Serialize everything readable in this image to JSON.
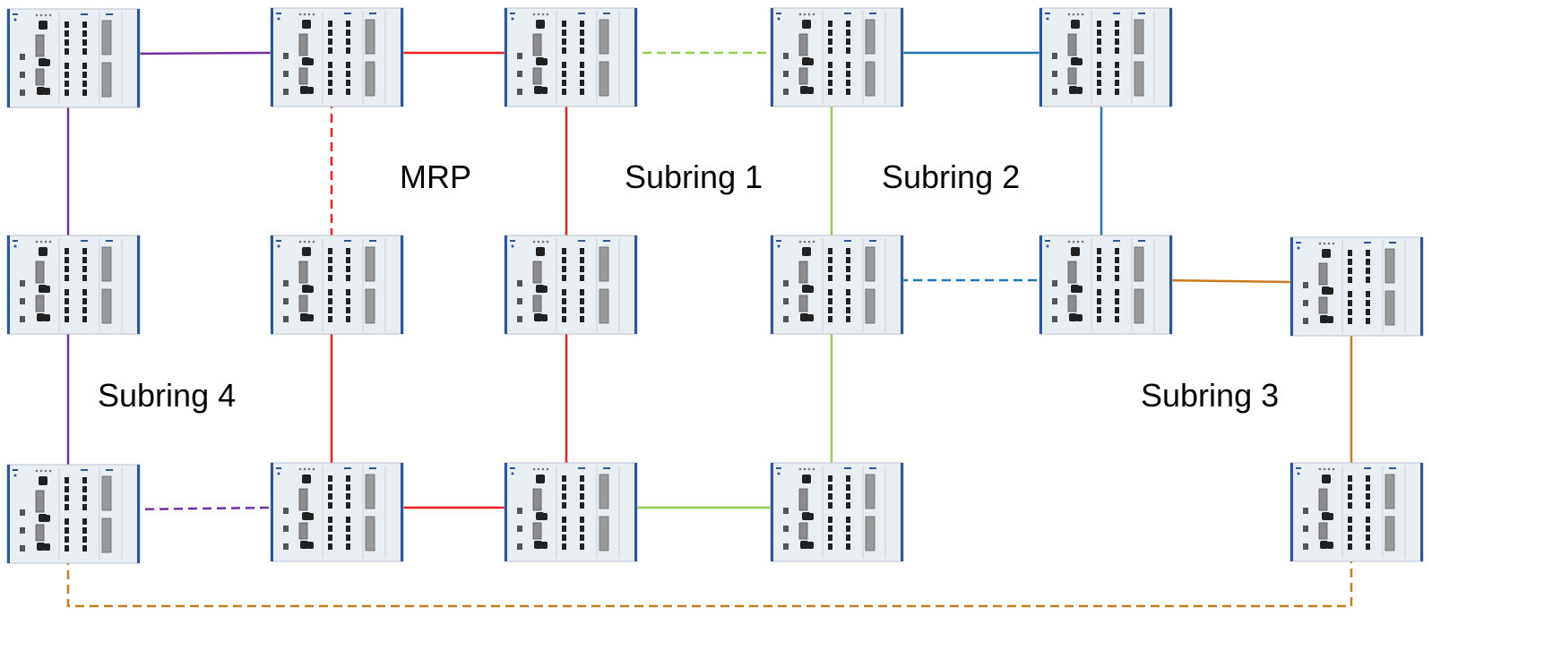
{
  "diagram": {
    "labels": {
      "mrp": "MRP",
      "subring1": "Subring 1",
      "subring2": "Subring 2",
      "subring3": "Subring 3",
      "subring4": "Subring 4"
    },
    "link_colors": {
      "mrp": "#ee1c24",
      "subring1": "#92d050",
      "subring2": "#1f77b4",
      "subring3": "#c77a1e",
      "subring4": "#7030a0"
    },
    "switch_colors": {
      "body": "#e6ecf2",
      "frame": "#2b579a",
      "port": "#333333",
      "sfp": "#9a9a9a"
    }
  }
}
